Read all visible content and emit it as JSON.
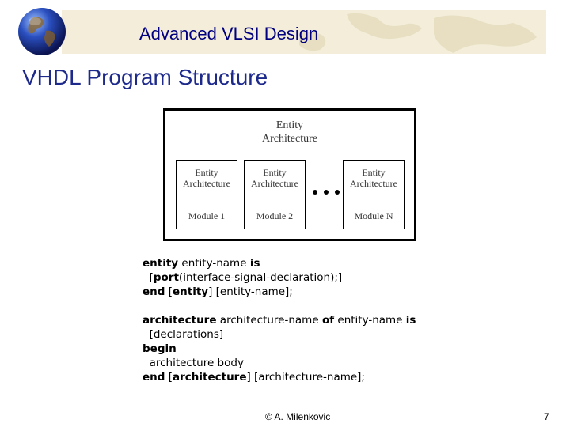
{
  "header": {
    "course_title": "Advanced VLSI Design"
  },
  "slide": {
    "title": "VHDL Program Structure"
  },
  "diagram": {
    "top_entity": "Entity",
    "top_architecture": "Architecture",
    "modules": [
      {
        "entity": "Entity",
        "architecture": "Architecture",
        "name": "Module 1"
      },
      {
        "entity": "Entity",
        "architecture": "Architecture",
        "name": "Module 2"
      },
      {
        "entity": "Entity",
        "architecture": "Architecture",
        "name": "Module N"
      }
    ]
  },
  "code": {
    "l1_kw1": "entity",
    "l1_t1": " entity-name ",
    "l1_kw2": "is",
    "l2_t1": "  [",
    "l2_kw1": "port",
    "l2_t2": "(interface-signal-declaration);]",
    "l3_kw1": "end",
    "l3_t1": " [",
    "l3_kw2": "entity",
    "l3_t2": "] [entity-name];",
    "l4_kw1": "architecture",
    "l4_t1": " architecture-name ",
    "l4_kw2": "of",
    "l4_t2": " entity-name ",
    "l4_kw3": "is",
    "l5_t1": "  [declarations]",
    "l6_kw1": "begin",
    "l7_t1": "  architecture body",
    "l8_kw1": "end",
    "l8_t1": " [",
    "l8_kw2": "architecture",
    "l8_t2": "] [architecture-name];"
  },
  "footer": {
    "author": "© A. Milenkovic",
    "page_number": "7"
  }
}
